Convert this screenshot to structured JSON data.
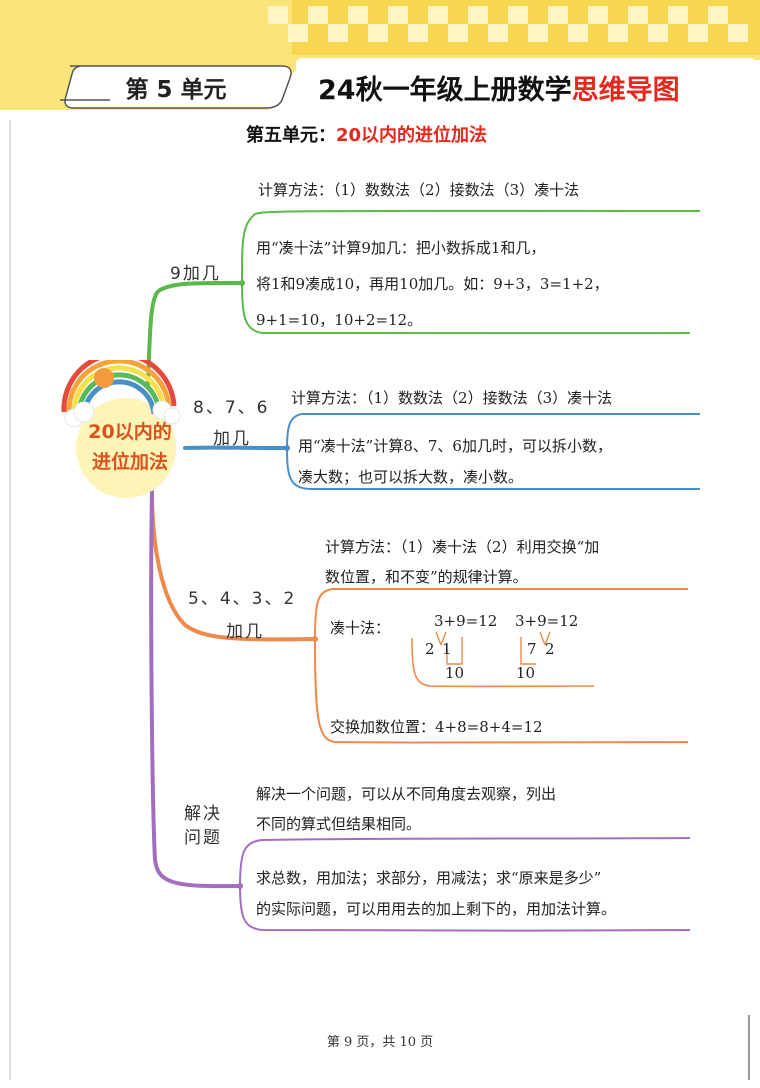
{
  "header": {
    "unit_tag": "第 5 单元",
    "title_main": "24秋一年级上册数学",
    "title_highlight": "思维导图",
    "subtitle_prefix": "第五单元：",
    "subtitle_highlight": "20以内的进位加法"
  },
  "center": {
    "line1": "20以内的",
    "line2": "进位加法"
  },
  "branches": {
    "nine": {
      "label": "9加几",
      "method": "计算方法：（1）数数法（2）接数法（3）凑十法",
      "lines": [
        "用“凑十法”计算9加几：把小数拆成1和几，",
        "将1和9凑成10，再用10加几。如：9+3，3=1+2，",
        "9+1=10，10+2=12。"
      ]
    },
    "eight": {
      "label_top": "8、7、6",
      "label_bottom": "加几",
      "method": "计算方法：（1）数数法（2）接数法（3）凑十法",
      "lines": [
        "用“凑十法”计算8、7、6加几时，可以拆小数，",
        "凑大数；也可以拆大数，凑小数。"
      ]
    },
    "five": {
      "label_top": "5、4、3、2",
      "label_bottom": "加几",
      "method_lines": [
        "计算方法：（1）凑十法（2）利用交换“加",
        "数位置，和不变”的规律计算。"
      ],
      "make_ten_label": "凑十法：",
      "eq1": "3+9=12",
      "eq1_split": [
        "2",
        "1"
      ],
      "eq1_ten": "10",
      "eq2": "3+9=12",
      "eq2_split": [
        "7",
        "2"
      ],
      "eq2_ten": "10",
      "swap": "交换加数位置：4+8=8+4=12"
    },
    "solve": {
      "label_top": "解决",
      "label_bottom": "问题",
      "intro_lines": [
        "解决一个问题，可以从不同角度去观察，列出",
        "不同的算式但结果相同。"
      ],
      "lines": [
        "求总数，用加法；求部分，用减法；求“原来是多少”",
        "的实际问题，可以用用去的加上剩下的，用加法计算。"
      ]
    }
  },
  "footer": {
    "page": "第 9 页，共 10 页"
  },
  "colors": {
    "band": "#fbe57a",
    "red": "#e4281d",
    "green": "#5bb84a",
    "blue": "#4a90c8",
    "orange": "#ee8a4a",
    "purple": "#a26fc0",
    "center_text": "#d9531e"
  }
}
